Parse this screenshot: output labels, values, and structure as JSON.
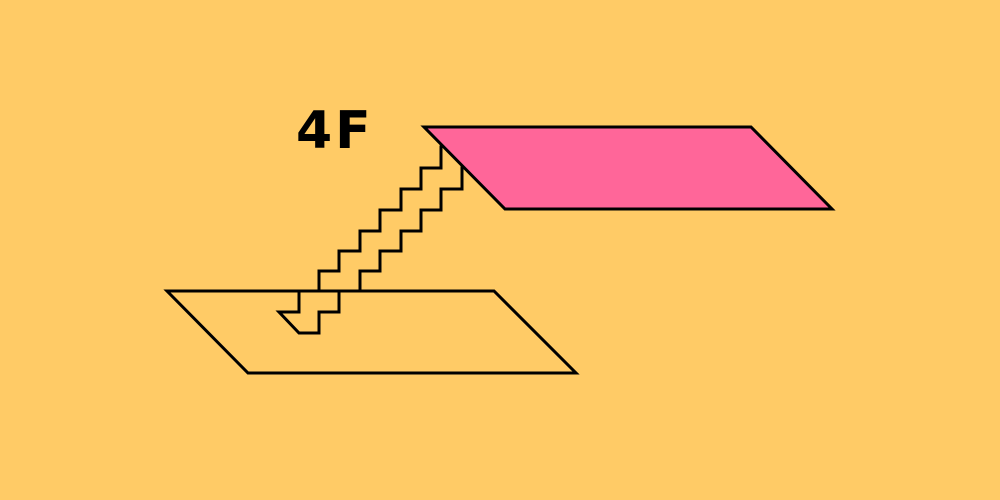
{
  "diagram": {
    "floor_label": "4F",
    "colors": {
      "background": "#FFCB66",
      "upper_floor_fill": "#FF6699",
      "lower_floor_fill": "#FFCB66",
      "outline": "#000000",
      "label": "#000000"
    },
    "icons": [
      "lower-floor-slab",
      "upper-floor-slab",
      "staircase"
    ]
  }
}
